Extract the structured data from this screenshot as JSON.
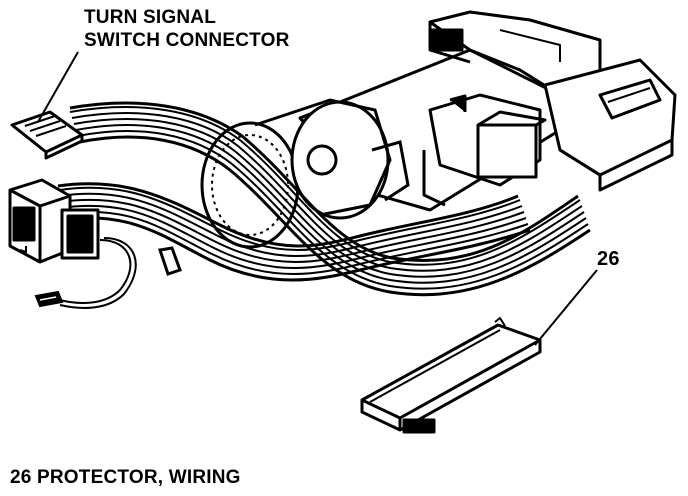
{
  "callouts": {
    "connector_line1": "TURN SIGNAL",
    "connector_line2": "SWITCH CONNECTOR",
    "protector_number": "26"
  },
  "legend": {
    "entry": "26 PROTECTOR, WIRING"
  },
  "colors": {
    "ink": "#000000",
    "paper": "#ffffff"
  }
}
